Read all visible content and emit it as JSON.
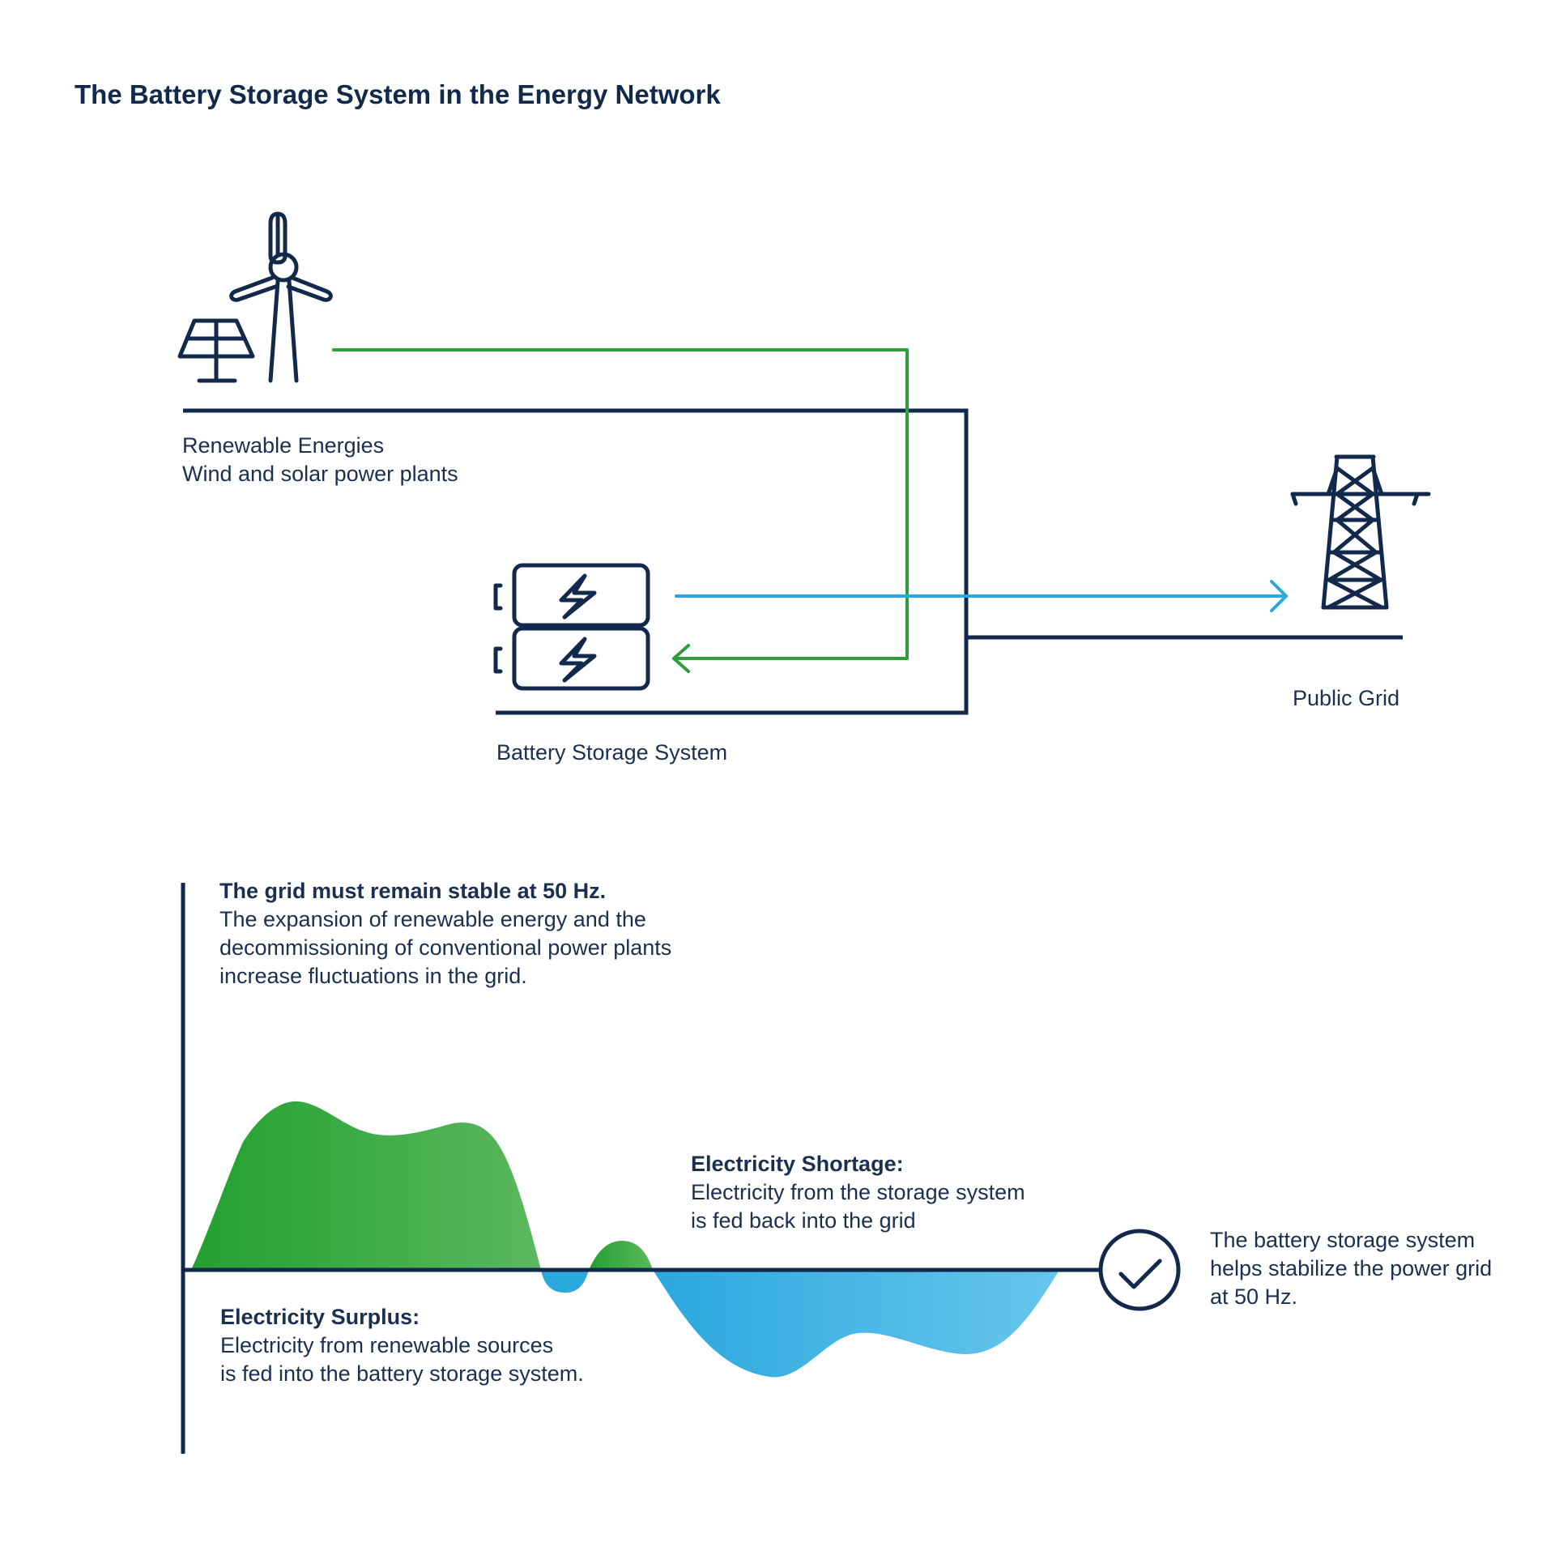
{
  "title": "The Battery Storage System in the Energy Network",
  "colors": {
    "navy": "#13294b",
    "green": "#2e9e3a",
    "blue": "#2ba8de",
    "text": "#1b2f4f"
  },
  "nodes": {
    "renewables": {
      "label_line1": "Renewable Energies",
      "label_line2": "Wind and solar power plants",
      "icons": [
        "wind-turbine-icon",
        "solar-panel-icon"
      ]
    },
    "battery": {
      "label": "Battery Storage System",
      "icons": [
        "battery-icon",
        "lightning-bolt-icon"
      ]
    },
    "grid": {
      "label": "Public Grid",
      "icons": [
        "power-pylon-icon"
      ]
    }
  },
  "graph": {
    "intro_heading": "The grid must remain stable at 50 Hz.",
    "intro_lines": [
      "The expansion of renewable energy and the",
      "decommissioning of conventional power plants",
      "increase fluctuations in the grid."
    ],
    "surplus_heading": "Electricity Surplus:",
    "surplus_lines": [
      "Electricity from renewable sources",
      "is fed into the battery storage system."
    ],
    "shortage_heading": "Electricity Shortage:",
    "shortage_lines": [
      "Electricity from the storage system",
      "is fed back into the grid"
    ],
    "result_lines": [
      "The battery storage system",
      "helps stabilize the power grid",
      "at 50 Hz."
    ],
    "result_icon": "check-circle-icon"
  }
}
